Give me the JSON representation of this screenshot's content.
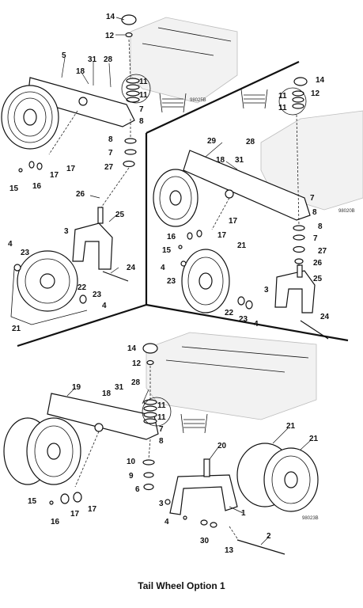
{
  "caption": "Tail Wheel Option 1",
  "figure_codes": [
    "98025B",
    "98020B",
    "98023B"
  ],
  "callouts": {
    "p1": [
      "14",
      "12",
      "5",
      "31",
      "18",
      "28",
      "11",
      "11",
      "7",
      "8",
      "8",
      "7",
      "27",
      "17",
      "17",
      "16",
      "15",
      "26",
      "25",
      "3",
      "4",
      "23",
      "22",
      "23",
      "4",
      "21",
      "24"
    ],
    "p2": [
      "14",
      "12",
      "11",
      "11",
      "29",
      "28",
      "18",
      "31",
      "7",
      "8",
      "17",
      "17",
      "16",
      "15",
      "8",
      "7",
      "27",
      "26",
      "25",
      "21",
      "4",
      "23",
      "3",
      "22",
      "23",
      "4",
      "24"
    ],
    "p3": [
      "14",
      "12",
      "19",
      "18",
      "31",
      "28",
      "11",
      "11",
      "7",
      "8",
      "10",
      "9",
      "6",
      "3",
      "4",
      "30",
      "13",
      "2",
      "1",
      "20",
      "21",
      "21",
      "15",
      "16",
      "17",
      "17"
    ]
  }
}
